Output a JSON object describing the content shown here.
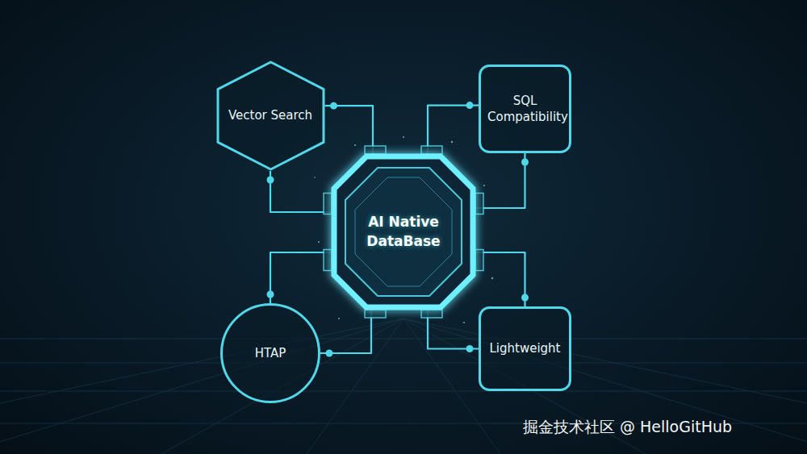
{
  "diagram": {
    "nodes": [
      {
        "text": [
          "Vector Search"
        ]
      },
      {
        "text": [
          "SQL Compatibility"
        ]
      },
      {
        "text": [
          "AI Native DataBase"
        ]
      },
      {
        "text": [
          "HTAP"
        ]
      },
      {
        "text": [
          "Lightweight"
        ]
      }
    ],
    "edges": [
      {
        "from": 0,
        "to": 2,
        "arrow": "none"
      },
      {
        "from": 0,
        "to": 2,
        "arrow": "none"
      },
      {
        "from": 1,
        "to": 2,
        "arrow": "none"
      },
      {
        "from": 1,
        "to": 2,
        "arrow": "none"
      },
      {
        "from": 3,
        "to": 2,
        "arrow": "none"
      },
      {
        "from": 3,
        "to": 2,
        "arrow": "none"
      },
      {
        "from": 4,
        "to": 2,
        "arrow": "none"
      },
      {
        "from": 4,
        "to": 2,
        "arrow": "none"
      }
    ],
    "labels": [
      "掘金技术社区 @ HelloGitHub"
    ]
  }
}
